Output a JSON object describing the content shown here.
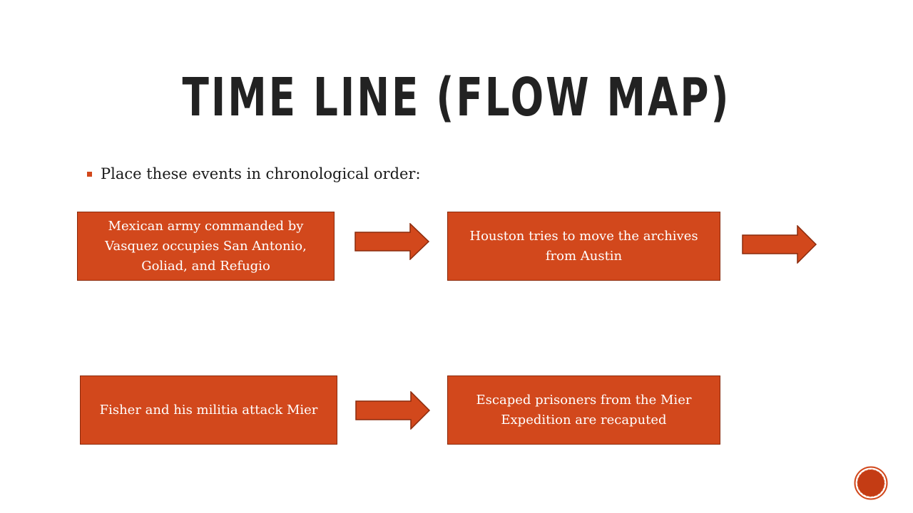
{
  "title": "TIME LINE (FLOW MAP)",
  "instruction": "Place these events in chronological order:",
  "events": [
    "Mexican army commanded by Vasquez occupies San Antonio, Goliad, and Refugio",
    "Houston tries to move the archives from Austin",
    "Fisher and his militia attack Mier",
    "Escaped prisoners from the Mier Expedition are recaputed"
  ],
  "colors": {
    "accent": "#d2481c",
    "box_border": "#8a2a0c",
    "box_text": "#ffffff",
    "arrow_fill": "#d2481c"
  },
  "icons": {
    "bullet": "square-bullet-icon",
    "arrow": "right-arrow-icon",
    "corner": "circle-logo-icon"
  }
}
